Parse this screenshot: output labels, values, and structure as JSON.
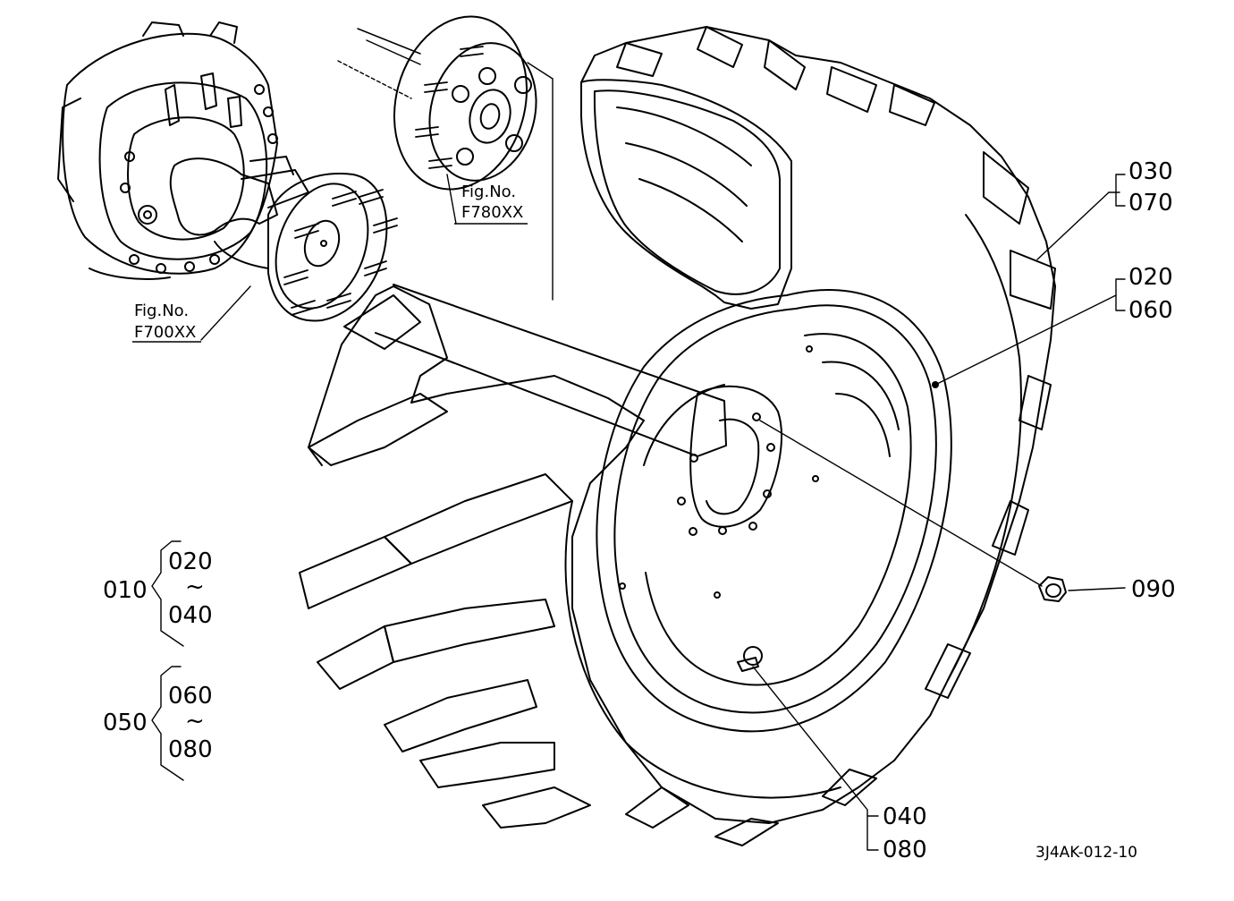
{
  "callouts": {
    "c030": "030",
    "c070": "070",
    "c020": "020",
    "c060": "060",
    "c090": "090",
    "c040": "040",
    "c080": "080"
  },
  "groups": {
    "g010": {
      "main": "010",
      "from": "020",
      "tilde": "~",
      "to": "040"
    },
    "g050": {
      "main": "050",
      "from": "060",
      "tilde": "~",
      "to": "080"
    }
  },
  "refs": {
    "f780_line1": "Fig.No.",
    "f780_line2": "F780XX",
    "f700_line1": "Fig.No.",
    "f700_line2": "F700XX"
  },
  "drawing_code": "3J4AK-012-10"
}
